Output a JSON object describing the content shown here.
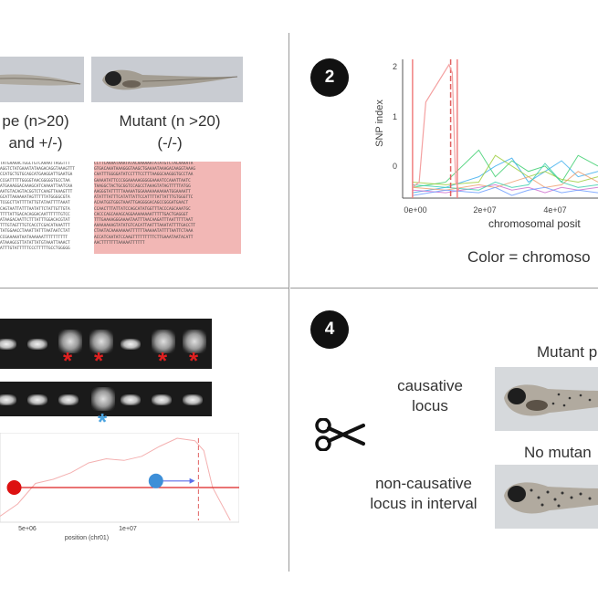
{
  "panel1": {
    "wildtype_label_line1": "pe (n>20)",
    "wildtype_label_line2": "and +/-)",
    "mutant_label_line1": "Mutant (n >20)",
    "mutant_label_line2": "(-/-)"
  },
  "panel2": {
    "badge": "2",
    "color_caption": "Color = chromoso",
    "chart_data": {
      "type": "line",
      "ylabel": "SNP index",
      "xlabel": "chromosomal posit",
      "y_ticks": [
        "2",
        "1",
        "0"
      ],
      "x_ticks": [
        "0e+00",
        "2e+07",
        "4e+07"
      ],
      "ylim": [
        -0.5,
        2.1
      ],
      "xlim": [
        -3000000,
        56000000
      ],
      "highlighted_series": {
        "x": [
          0,
          2000000,
          4000000,
          6000000,
          8000000,
          10000000,
          11000000,
          12000000,
          13000000,
          14000000
        ],
        "y": [
          -0.3,
          -0.2,
          1.3,
          1.5,
          1.7,
          1.9,
          2.0,
          1.85,
          -0.2,
          -0.35
        ]
      },
      "interval_lines": [
        0,
        13500000
      ],
      "interval_dashed": 11500000,
      "background_series": [
        {
          "color": "#33cc66",
          "x": [
            0,
            10000000,
            20000000,
            25000000,
            30000000,
            35000000,
            40000000,
            45000000,
            50000000,
            56000000
          ],
          "y": [
            -0.3,
            -0.2,
            0.4,
            -0.1,
            0.2,
            0.0,
            0.1,
            -0.2,
            0.3,
            0.1
          ]
        },
        {
          "color": "#33aaee",
          "x": [
            0,
            10000000,
            20000000,
            25000000,
            30000000,
            35000000,
            40000000,
            45000000,
            50000000,
            56000000
          ],
          "y": [
            -0.4,
            -0.3,
            -0.1,
            0.1,
            0.25,
            -0.2,
            0.0,
            0.2,
            -0.1,
            0.0
          ]
        },
        {
          "color": "#cc66cc",
          "x": [
            0,
            10000000,
            20000000,
            25000000,
            30000000,
            35000000,
            40000000,
            45000000,
            50000000,
            56000000
          ],
          "y": [
            -0.35,
            -0.4,
            -0.3,
            -0.25,
            -0.35,
            -0.3,
            -0.4,
            -0.3,
            -0.35,
            -0.3
          ]
        },
        {
          "color": "#99cc33",
          "x": [
            0,
            10000000,
            20000000,
            25000000,
            30000000,
            35000000,
            40000000,
            45000000,
            50000000,
            56000000
          ],
          "y": [
            -0.2,
            -0.25,
            -0.2,
            0.3,
            0.1,
            -0.1,
            0.0,
            -0.15,
            -0.2,
            -0.1
          ]
        },
        {
          "color": "#ee9966",
          "x": [
            0,
            10000000,
            20000000,
            25000000,
            30000000,
            35000000,
            40000000,
            45000000,
            50000000,
            56000000
          ],
          "y": [
            -0.3,
            -0.35,
            -0.25,
            -0.3,
            -0.2,
            -0.1,
            -0.3,
            -0.25,
            0.0,
            -0.2
          ]
        },
        {
          "color": "#6699ff",
          "x": [
            0,
            10000000,
            20000000,
            25000000,
            30000000,
            35000000,
            40000000,
            45000000,
            50000000,
            56000000
          ],
          "y": [
            -0.45,
            -0.35,
            -0.4,
            -0.3,
            -0.45,
            -0.35,
            -0.3,
            -0.4,
            -0.35,
            -0.4
          ]
        },
        {
          "color": "#33ccaa",
          "x": [
            0,
            10000000,
            20000000,
            25000000,
            30000000,
            35000000,
            40000000,
            45000000,
            50000000,
            56000000
          ],
          "y": [
            -0.25,
            -0.3,
            -0.35,
            -0.2,
            -0.3,
            -0.25,
            0.15,
            -0.2,
            -0.3,
            -0.25
          ]
        }
      ]
    }
  },
  "panel3": {
    "chart_data": {
      "type": "line",
      "xlabel": "position (chr01)",
      "x_ticks": [
        "5e+06",
        "1e+07"
      ],
      "xlim": [
        1000000,
        14500000
      ],
      "ylim": [
        0,
        1
      ],
      "curve": {
        "x": [
          1000000,
          2000000,
          3000000,
          4000000,
          5000000,
          6000000,
          7000000,
          8000000,
          9000000,
          10000000,
          11000000,
          12000000,
          12500000,
          13000000,
          14000000
        ],
        "y": [
          0.05,
          0.2,
          0.45,
          0.5,
          0.58,
          0.7,
          0.75,
          0.73,
          0.78,
          0.9,
          1.0,
          0.97,
          0.85,
          0.4,
          0.0
        ]
      },
      "dashed_x": 12200000,
      "red_marker": {
        "x": 1800000,
        "y": 0.4
      },
      "blue_marker": {
        "x": 9800000,
        "y": 0.48
      },
      "red_line_to": 14500000,
      "blue_arrow_to": 11800000
    },
    "gel1_stars": [
      "*",
      "*",
      "*",
      "*"
    ],
    "gel2_star": "*",
    "colors": {
      "red_star": "#e02020",
      "blue_star": "#4aa3e0"
    }
  },
  "panel4": {
    "badge": "4",
    "mutant_label": "Mutant p",
    "causative_line1": "causative",
    "causative_line2": "locus",
    "no_mutant_label": "No mutan",
    "noncausative_line1": "non-causative",
    "noncausative_line2": "locus in interval"
  }
}
